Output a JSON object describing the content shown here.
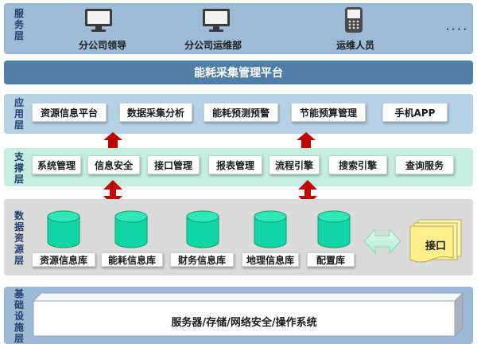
{
  "service_layer": {
    "label": "服务层",
    "users": [
      {
        "label": "分公司领导",
        "icon": "monitor-icon"
      },
      {
        "label": "分公司运维部",
        "icon": "monitor-icon"
      },
      {
        "label": "运维人员",
        "icon": "mobile-phone-icon"
      }
    ],
    "more": "· · · ·"
  },
  "platform_banner": {
    "title": "能耗采集管理平台"
  },
  "application_layer": {
    "label": "应用层",
    "modules": [
      "资源信息平台",
      "数据采集分析",
      "能耗预测预警",
      "节能预算管理",
      "手机APP"
    ]
  },
  "support_layer": {
    "label": "支撑层",
    "modules": [
      "系统管理",
      "信息安全",
      "接口管理",
      "报表管理",
      "流程引擎",
      "搜索引擎",
      "查询服务"
    ]
  },
  "data_layer": {
    "label": "数据资源层",
    "databases": [
      "资源信息库",
      "能耗信息库",
      "财务信息库",
      "地理信息库",
      "配置库"
    ],
    "interface_label": "接口"
  },
  "infrastructure_layer": {
    "label": "基础设施层",
    "content": "服务器/存储/网络安全/操作系统"
  },
  "colors": {
    "service_bg": "#9dbbd6",
    "banner_bg": "#4f7fa6",
    "application_bg": "#b7d1e4",
    "support_bg": "#c4eee0",
    "data_bg": "#dadada",
    "infra_bg": "#9cbad6",
    "cylinder": "#10d6a4",
    "arrow_red": "#c00000",
    "label_blue": "#1f3f6b"
  }
}
